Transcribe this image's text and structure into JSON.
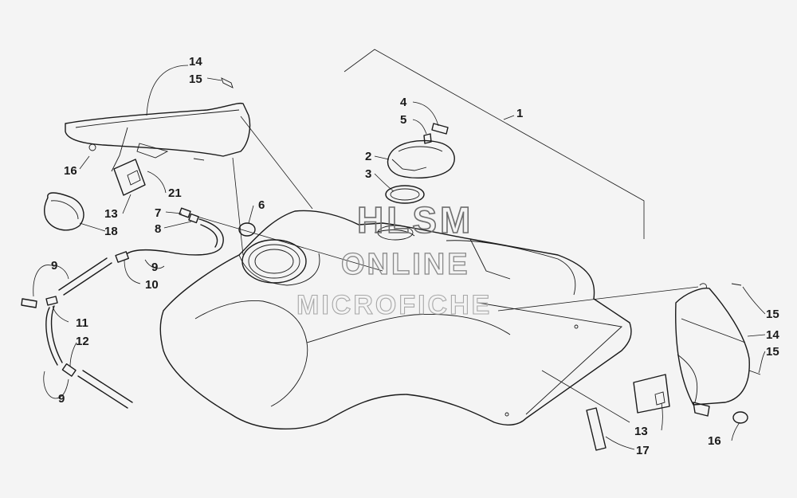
{
  "watermark": {
    "line1": "HLSM",
    "line2": "ONLINE",
    "line3": "MICROFICHE"
  },
  "callouts": [
    {
      "id": "c14a",
      "text": "14"
    },
    {
      "id": "c15a",
      "text": "15"
    },
    {
      "id": "c16a",
      "text": "16"
    },
    {
      "id": "c21",
      "text": "21"
    },
    {
      "id": "c13a",
      "text": "13"
    },
    {
      "id": "c18",
      "text": "18"
    },
    {
      "id": "c7",
      "text": "7"
    },
    {
      "id": "c8",
      "text": "8"
    },
    {
      "id": "c6",
      "text": "6"
    },
    {
      "id": "c9a",
      "text": "9"
    },
    {
      "id": "c9b",
      "text": "9"
    },
    {
      "id": "c10",
      "text": "10"
    },
    {
      "id": "c11",
      "text": "11"
    },
    {
      "id": "c12",
      "text": "12"
    },
    {
      "id": "c9c",
      "text": "9"
    },
    {
      "id": "c4",
      "text": "4"
    },
    {
      "id": "c5",
      "text": "5"
    },
    {
      "id": "c2",
      "text": "2"
    },
    {
      "id": "c3",
      "text": "3"
    },
    {
      "id": "c1",
      "text": "1"
    },
    {
      "id": "c15b",
      "text": "15"
    },
    {
      "id": "c14b",
      "text": "14"
    },
    {
      "id": "c15c",
      "text": "15"
    },
    {
      "id": "c13b",
      "text": "13"
    },
    {
      "id": "c16b",
      "text": "16"
    },
    {
      "id": "c17",
      "text": "17"
    }
  ]
}
